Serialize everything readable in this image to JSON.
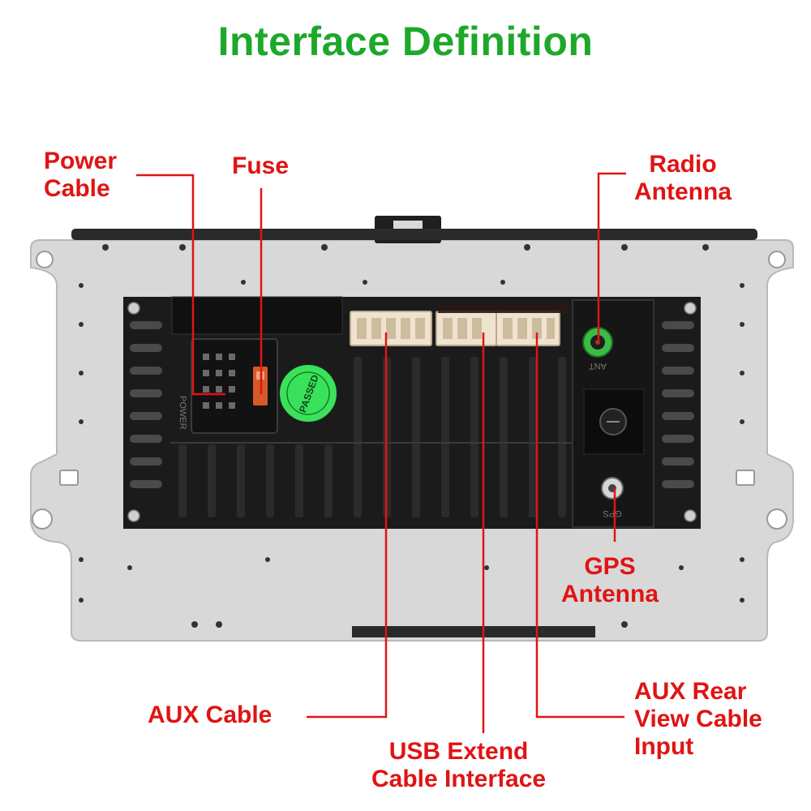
{
  "title": "Interface Definition",
  "colors": {
    "title": "#1ea82b",
    "callout": "#e01414",
    "leader": "#e01414",
    "plate": "#d8d8d8",
    "housing": "#1b1b1b",
    "connector": "#efe3cf",
    "antenna_port": "#3dbb46",
    "qc_sticker": "#39e25a"
  },
  "callouts": {
    "power_cable": [
      "Power",
      "Cable"
    ],
    "fuse": [
      "Fuse"
    ],
    "radio_antenna": [
      "Radio",
      "Antenna"
    ],
    "gps_antenna": [
      "GPS",
      "Antenna"
    ],
    "aux_cable": [
      "AUX Cable"
    ],
    "usb_extend": [
      "USB Extend",
      "Cable Interface"
    ],
    "aux_rear_view": [
      "AUX Rear",
      "View Cable",
      "Input"
    ]
  },
  "unit": {
    "sticker_text": "PASSED",
    "power_label": "POWER",
    "radio_port_label": "ANT",
    "gps_port_label": "GPS"
  },
  "icons": {
    "radio_antenna_port": "antenna-port-icon",
    "gps_antenna_port": "antenna-port-icon",
    "qc_sticker": "qc-passed-sticker"
  }
}
